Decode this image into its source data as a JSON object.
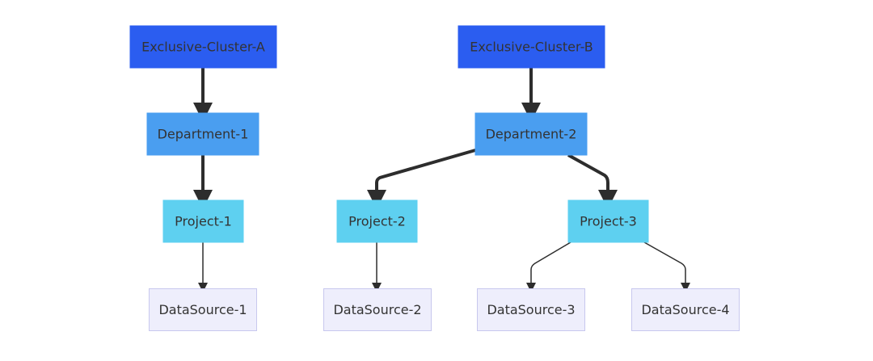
{
  "diagram": {
    "type": "flowchart",
    "direction": "top-down",
    "colors": {
      "cluster": "#2b5df0",
      "department": "#4a9ef0",
      "project": "#5ed0f0",
      "datasource": "#eeeefc",
      "datasource_border": "#c8c8ee",
      "edge": "#2d2d2d",
      "text": "#333333"
    },
    "nodes": {
      "cluster_a": {
        "label": "Exclusive-Cluster-A",
        "level": "cluster"
      },
      "cluster_b": {
        "label": "Exclusive-Cluster-B",
        "level": "cluster"
      },
      "department_1": {
        "label": "Department-1",
        "level": "department"
      },
      "department_2": {
        "label": "Department-2",
        "level": "department"
      },
      "project_1": {
        "label": "Project-1",
        "level": "project"
      },
      "project_2": {
        "label": "Project-2",
        "level": "project"
      },
      "project_3": {
        "label": "Project-3",
        "level": "project"
      },
      "datasource_1": {
        "label": "DataSource-1",
        "level": "datasource"
      },
      "datasource_2": {
        "label": "DataSource-2",
        "level": "datasource"
      },
      "datasource_3": {
        "label": "DataSource-3",
        "level": "datasource"
      },
      "datasource_4": {
        "label": "DataSource-4",
        "level": "datasource"
      }
    },
    "edges": [
      {
        "from": "cluster_a",
        "to": "department_1",
        "weight": "thick"
      },
      {
        "from": "department_1",
        "to": "project_1",
        "weight": "thick"
      },
      {
        "from": "project_1",
        "to": "datasource_1",
        "weight": "normal"
      },
      {
        "from": "cluster_b",
        "to": "department_2",
        "weight": "thick"
      },
      {
        "from": "department_2",
        "to": "project_2",
        "weight": "thick"
      },
      {
        "from": "department_2",
        "to": "project_3",
        "weight": "thick"
      },
      {
        "from": "project_2",
        "to": "datasource_2",
        "weight": "normal"
      },
      {
        "from": "project_3",
        "to": "datasource_3",
        "weight": "normal"
      },
      {
        "from": "project_3",
        "to": "datasource_4",
        "weight": "normal"
      }
    ]
  }
}
